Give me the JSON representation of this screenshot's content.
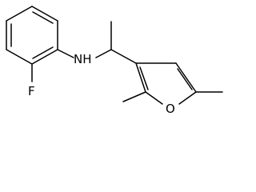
{
  "molecule": {
    "atoms": {
      "nh": "NH",
      "f": "F",
      "o": "O"
    }
  }
}
